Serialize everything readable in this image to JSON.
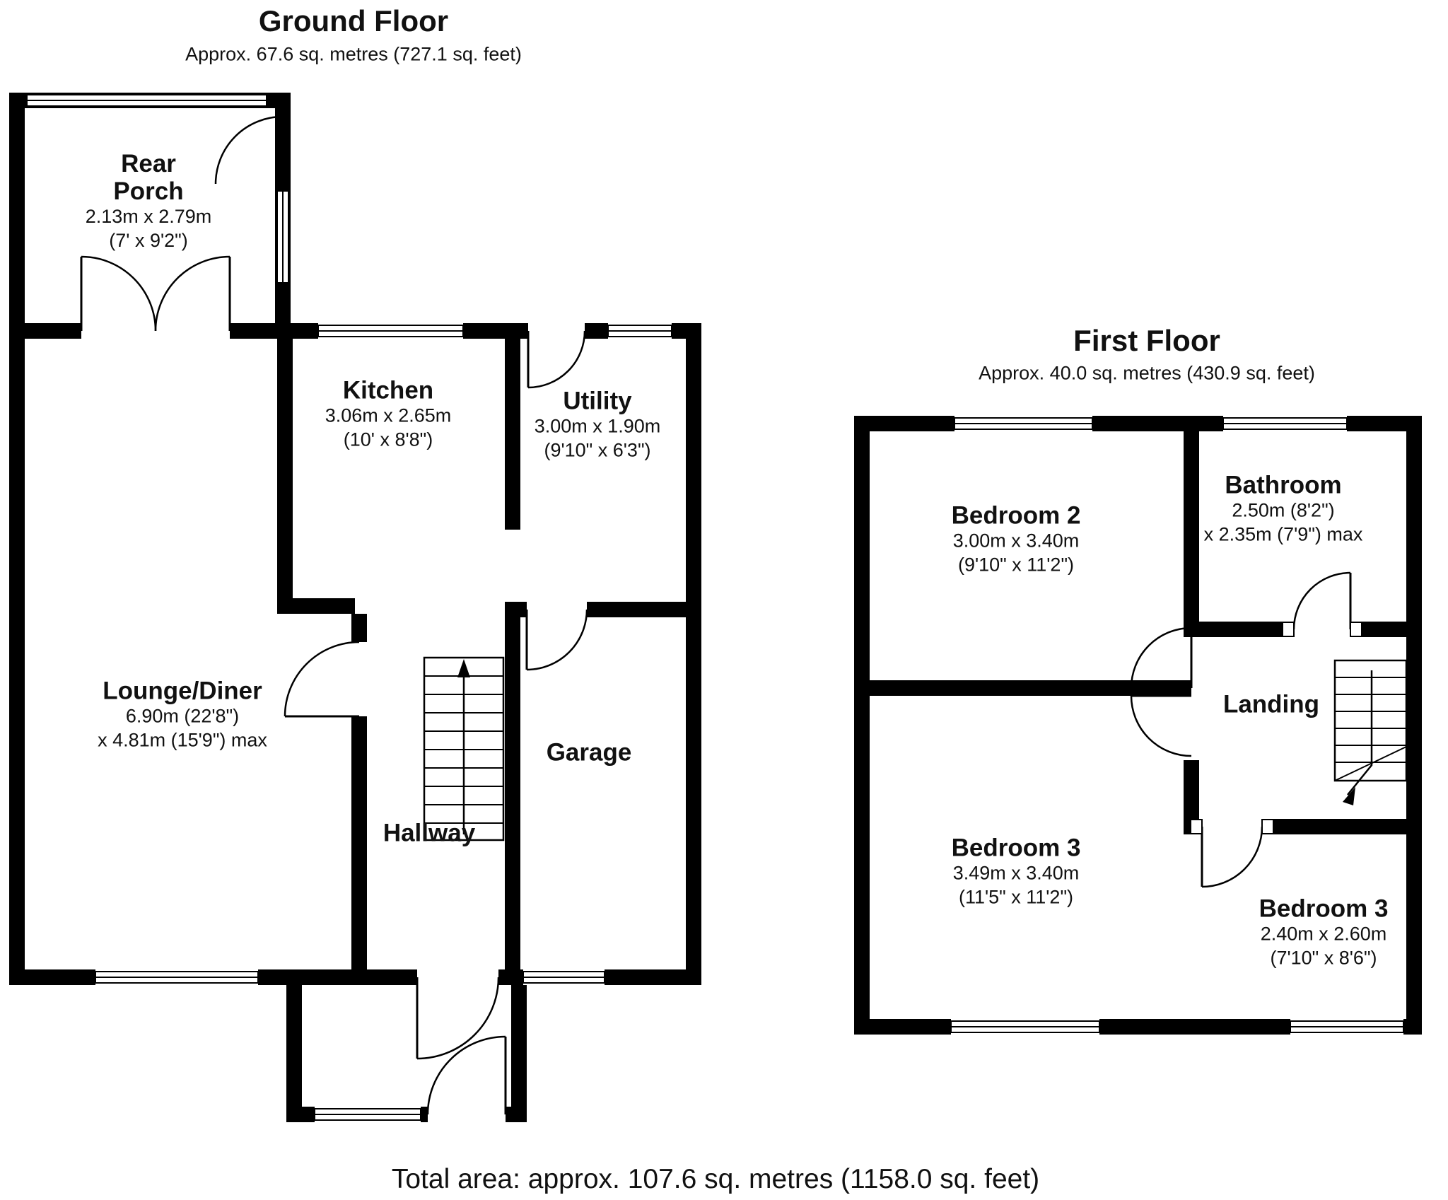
{
  "colors": {
    "wall": "#000000",
    "background": "#ffffff",
    "text": "#111111"
  },
  "ground_floor": {
    "title": "Ground Floor",
    "subtitle": "Approx. 67.6 sq. metres (727.1 sq. feet)",
    "rooms": {
      "rear_porch": {
        "name": "Rear Porch",
        "dims": [
          "2.13m x 2.79m",
          "(7' x 9'2\")"
        ]
      },
      "kitchen": {
        "name": "Kitchen",
        "dims": [
          "3.06m x 2.65m",
          "(10' x 8'8\")"
        ]
      },
      "utility": {
        "name": "Utility",
        "dims": [
          "3.00m x 1.90m",
          "(9'10\" x 6'3\")"
        ]
      },
      "lounge_diner": {
        "name": "Lounge/Diner",
        "dims": [
          "6.90m (22'8\")",
          "x 4.81m (15'9\") max"
        ]
      },
      "garage": {
        "name": "Garage",
        "dims": []
      },
      "hallway": {
        "name": "Hallway",
        "dims": []
      }
    }
  },
  "first_floor": {
    "title": "First Floor",
    "subtitle": "Approx. 40.0 sq. metres (430.9 sq. feet)",
    "rooms": {
      "bedroom_2": {
        "name": "Bedroom 2",
        "dims": [
          "3.00m x 3.40m",
          "(9'10\" x 11'2\")"
        ]
      },
      "bathroom": {
        "name": "Bathroom",
        "dims": [
          "2.50m (8'2\")",
          "x 2.35m (7'9\") max"
        ]
      },
      "landing": {
        "name": "Landing",
        "dims": []
      },
      "bedroom_3": {
        "name": "Bedroom 3",
        "dims": [
          "3.49m x 3.40m",
          "(11'5\" x 11'2\")"
        ]
      },
      "bedroom_3_small": {
        "name": "Bedroom 3",
        "dims": [
          "2.40m x 2.60m",
          "(7'10\" x 8'6\")"
        ]
      }
    }
  },
  "footer": {
    "total_area": "Total area: approx. 107.6 sq. metres (1158.0 sq. feet)"
  }
}
